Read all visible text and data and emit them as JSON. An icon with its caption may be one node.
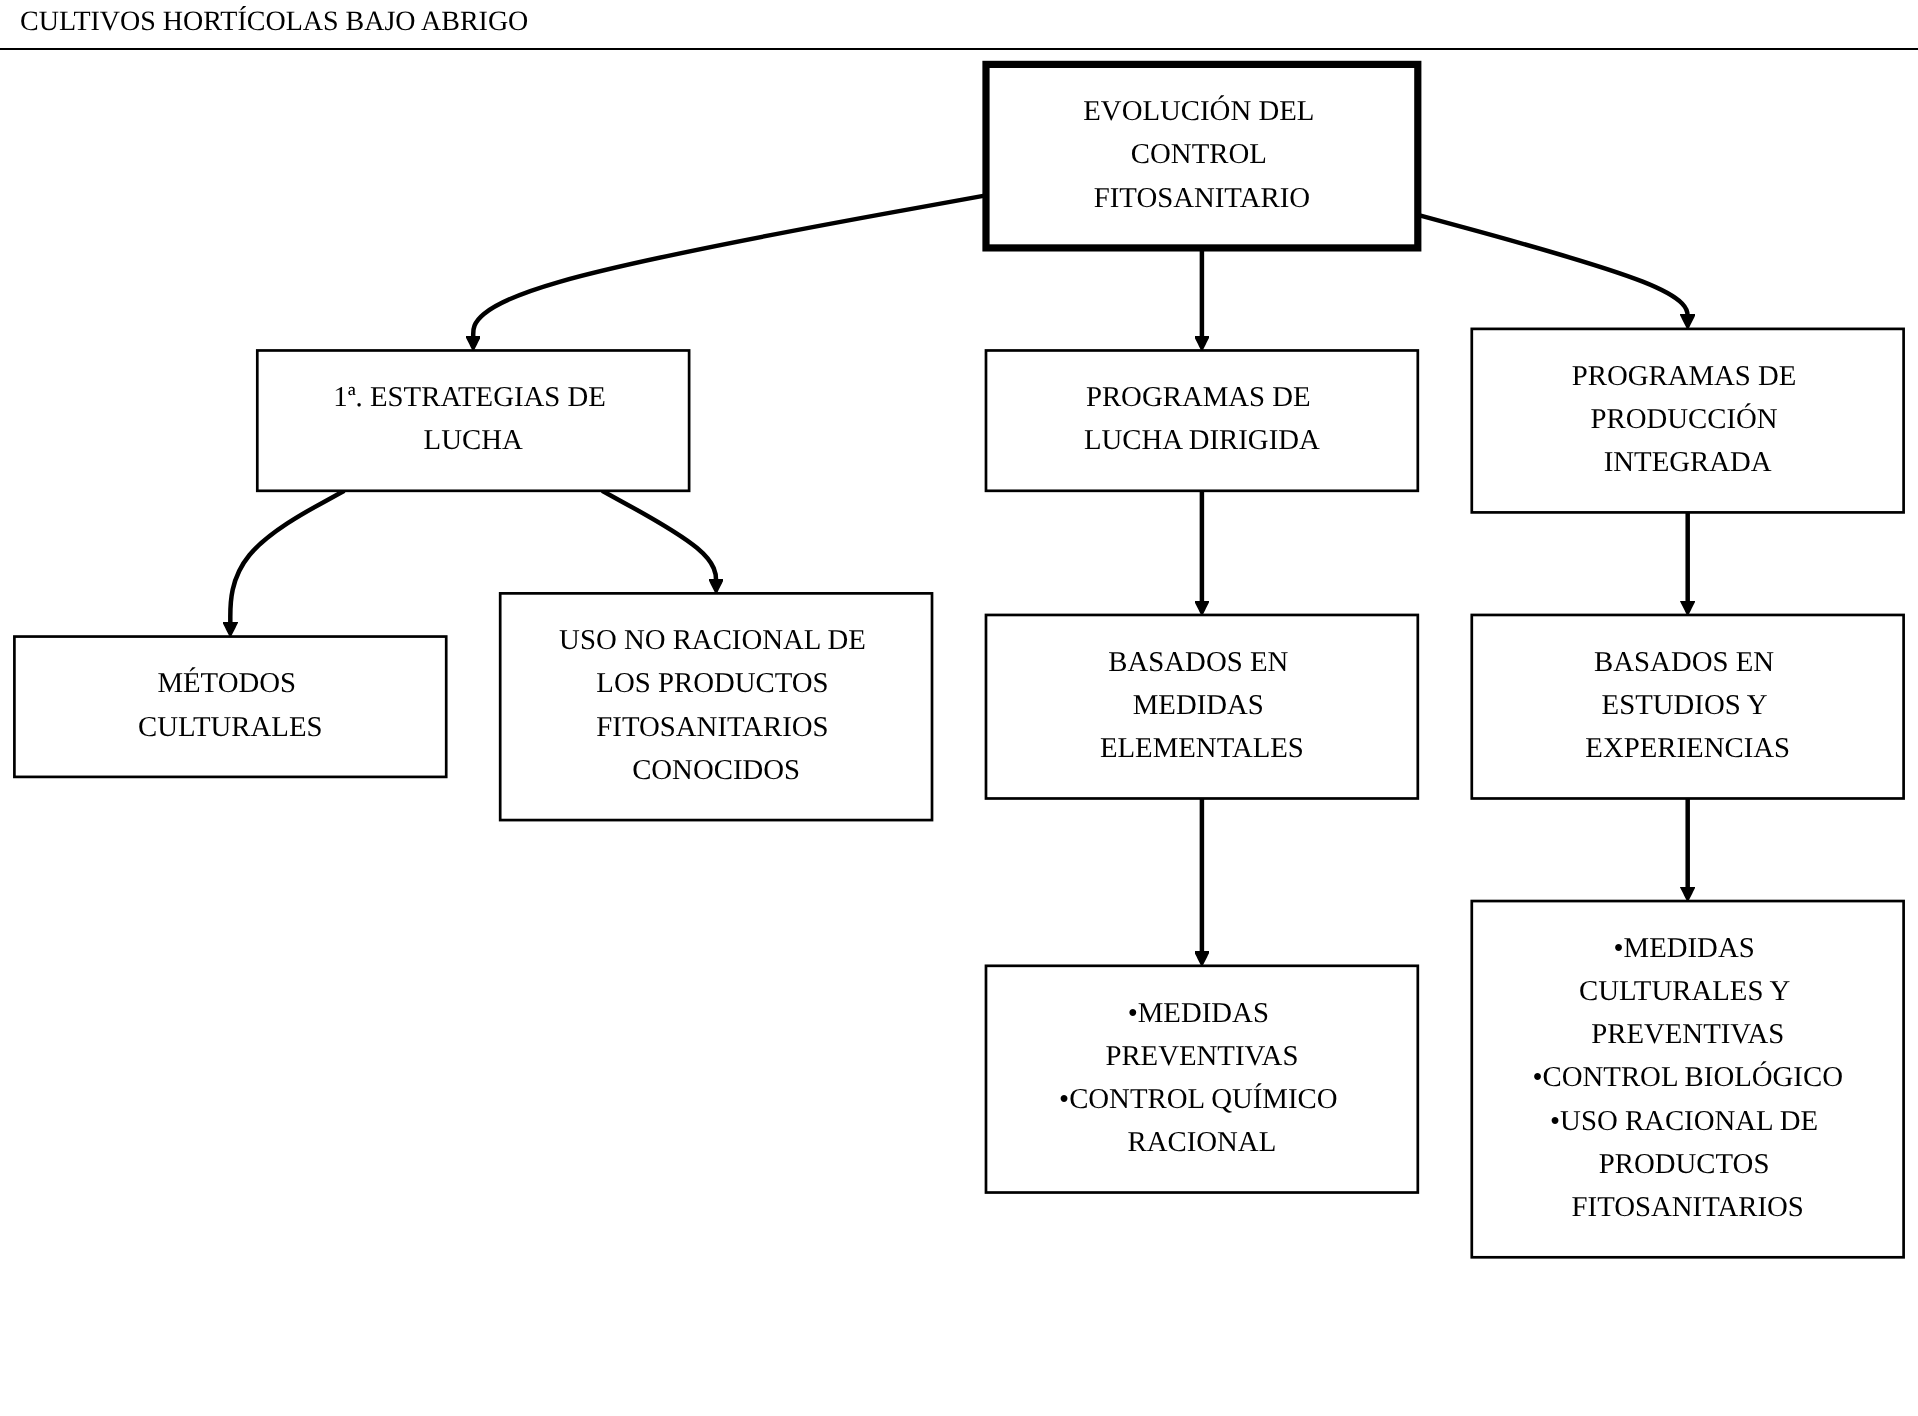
{
  "diagram": {
    "nodes": [
      {
        "text": [
          "EVOLUCIÓN DEL CONTROL FITOSANITARIO"
        ]
      },
      {
        "text": [
          "1ª. ESTRATEGIAS DE LUCHA"
        ]
      },
      {
        "text": [
          "PROGRAMAS DE LUCHA DIRIGIDA"
        ]
      },
      {
        "text": [
          "PROGRAMAS DE PRODUCCIÓN INTEGRADA"
        ]
      },
      {
        "text": [
          "MÉTODOS CULTURALES"
        ]
      },
      {
        "text": [
          "USO NO RACIONAL DE LOS PRODUCTOS FITOSANITARIOS CONOCIDOS"
        ]
      },
      {
        "text": [
          "BASADOS EN MEDIDAS ELEMENTALES"
        ]
      },
      {
        "text": [
          "BASADOS EN ESTUDIOS Y EXPERIENCIAS"
        ]
      },
      {
        "text": [
          "•MEDIDAS PREVENTIVAS",
          "•CONTROL QUÍMICO RACIONAL"
        ]
      },
      {
        "text": [
          "•MEDIDAS CULTURALES Y PREVENTIVAS",
          "•CONTROL BIOLÓGICO",
          "•USO RACIONAL DE PRODUCTOS FITOSANITARIOS"
        ]
      }
    ],
    "edges": [
      {
        "from": 0,
        "to": 1,
        "arrow": "to"
      },
      {
        "from": 0,
        "to": 2,
        "arrow": "to"
      },
      {
        "from": 0,
        "to": 3,
        "arrow": "to"
      },
      {
        "from": 1,
        "to": 4,
        "arrow": "to"
      },
      {
        "from": 1,
        "to": 5,
        "arrow": "to"
      },
      {
        "from": 2,
        "to": 6,
        "arrow": "to"
      },
      {
        "from": 3,
        "to": 7,
        "arrow": "to"
      },
      {
        "from": 6,
        "to": 8,
        "arrow": "to"
      },
      {
        "from": 7,
        "to": 9,
        "arrow": "to"
      }
    ],
    "labels": [
      "CULTIVOS HORTÍCOLAS BAJO ABRIGO"
    ]
  }
}
